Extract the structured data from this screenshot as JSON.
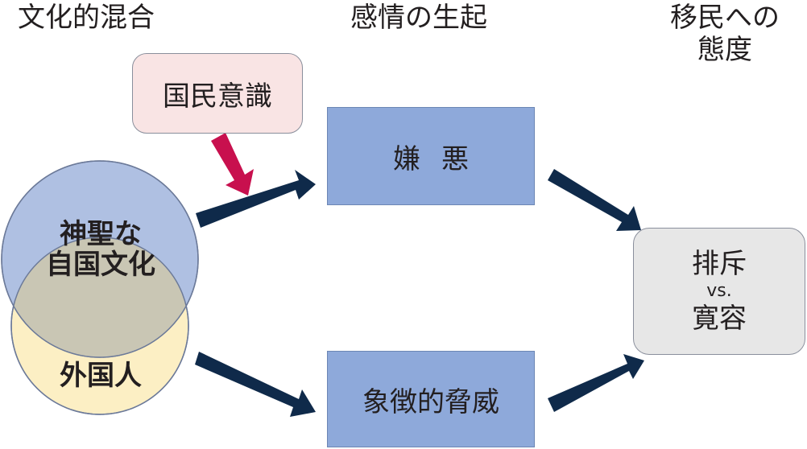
{
  "headers": {
    "cultural_mixing": "文化的混合",
    "emotion_arising": "感情の生起",
    "attitude_line1": "移民への",
    "attitude_line2": "態度"
  },
  "boxes": {
    "national_consciousness": "国民意識",
    "disgust": "嫌悪",
    "symbolic_threat": "象徴的脅威",
    "exclusion": "排斥",
    "versus": "vs.",
    "tolerance": "寛容"
  },
  "venn": {
    "sacred_line1": "神聖な",
    "sacred_line2": "自国文化",
    "foreigners": "外国人"
  },
  "colors": {
    "navy_arrow": "#0f2a4a",
    "crimson_arrow": "#c8104e",
    "blue_circle": "#afc0e2",
    "yellow_circle": "#fcefc4",
    "overlap": "#c9c6b4",
    "emotion_box": "#8ea9da",
    "national_box": "#f9e4e4",
    "attitude_box": "#e7e7e7"
  }
}
